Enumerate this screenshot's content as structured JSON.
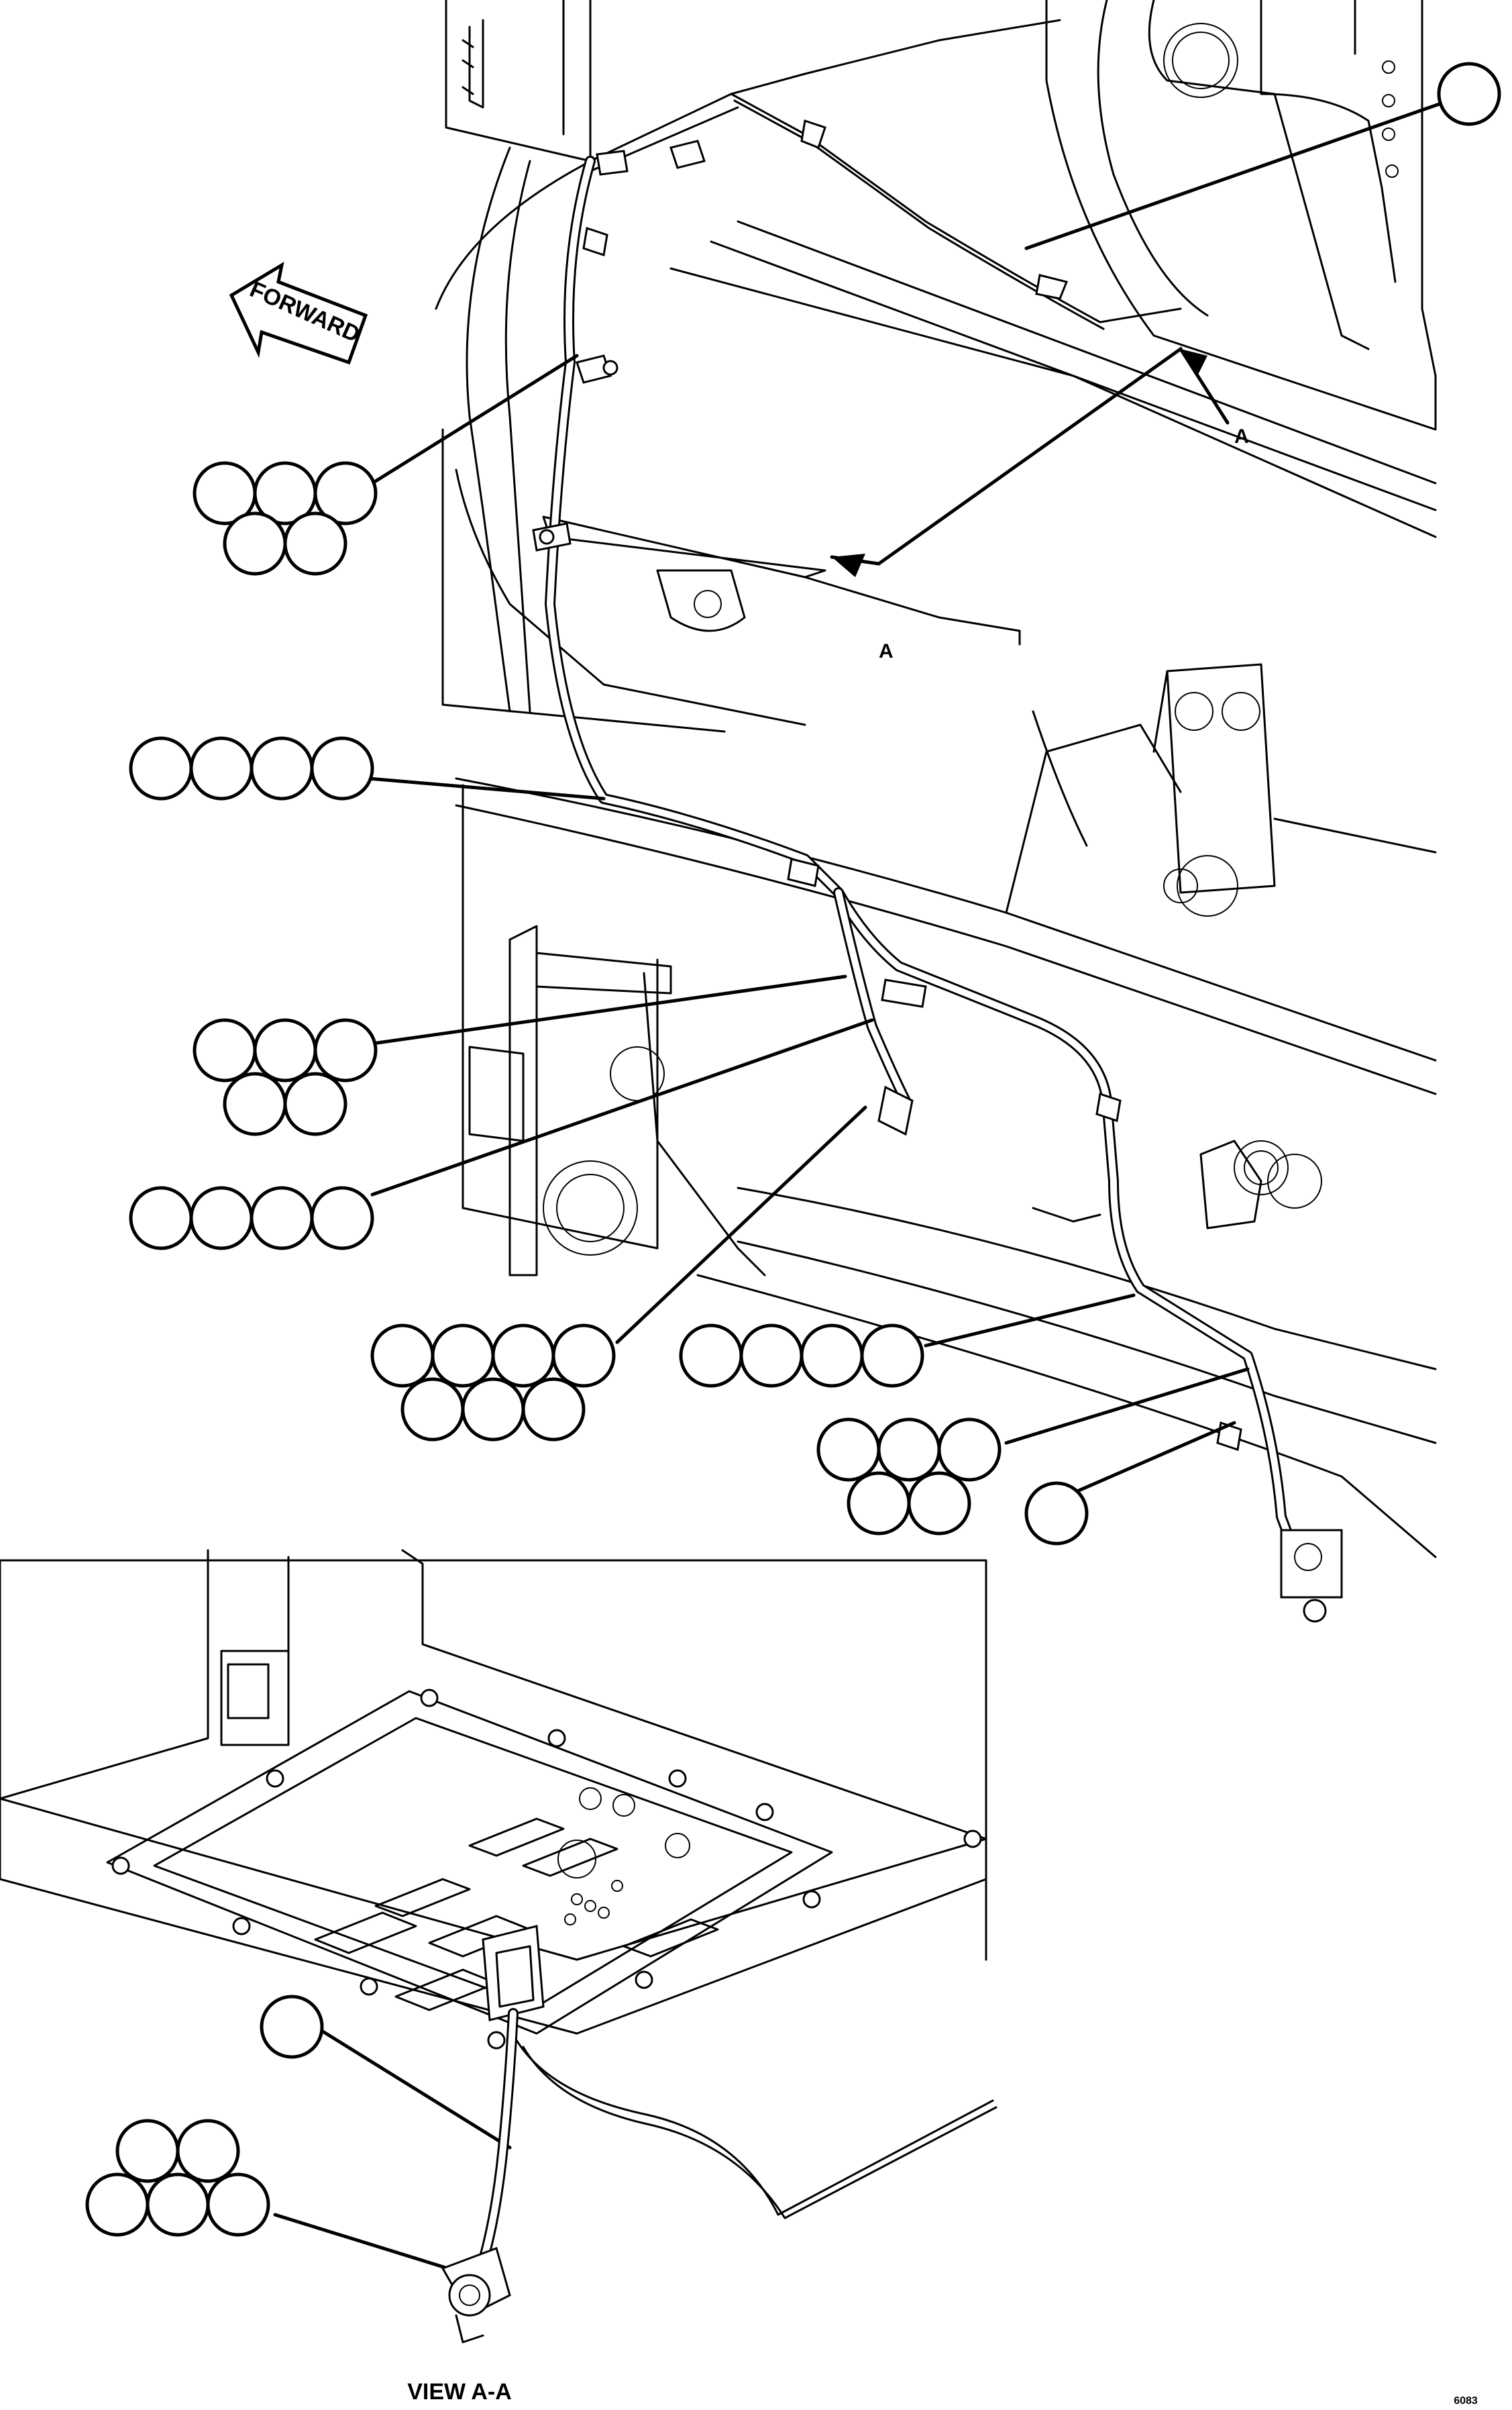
{
  "labels": {
    "forward": "FORWARD",
    "view_marker_1": "A",
    "view_marker_2": "A",
    "view_title": "VIEW A-A",
    "sheet_code": "6083"
  }
}
